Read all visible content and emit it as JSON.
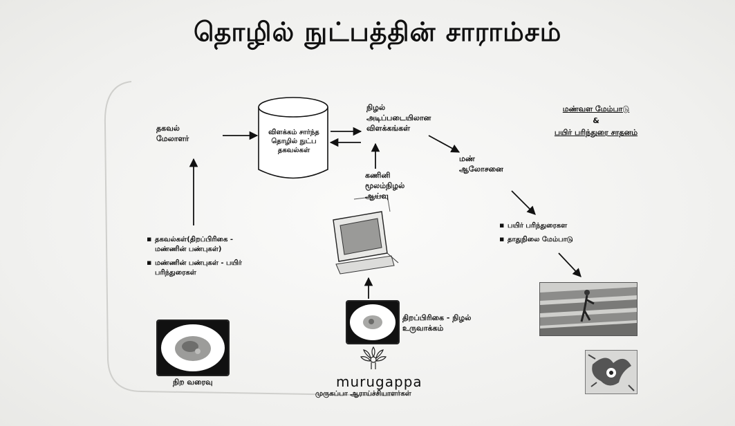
{
  "title": "தொழில் நுட்பத்தின் சாராம்சம்",
  "nodes": {
    "info_manager": "தகவல்\nமேலாளர்",
    "database": "விளக்கம் சார்ந்த\nதொழில் நுட்ப\nதகவல்கள்",
    "gis_explanations": "நிழல்\nஅடிப்படையிலான\nவிளக்கங்கள்",
    "soil_consult": "மண்\nஆலோசனை",
    "computer_analysis": "கணினி\nமூலம்நிழல்\nஆய்வு",
    "scan_create": "திறப்பிரிகை - நிழல்\nஉருவாக்கம்",
    "color_draw": "நிற வரைவு"
  },
  "soil_heading": {
    "line1": "மண்வள மேம்பாடு",
    "amp": "&",
    "line2": "பயிர் பரிந்துரை சாதனம்"
  },
  "left_bullets": [
    "தகவல்கள்(திறப்பிரிகை -\nமண்ணின் பண்புகள்)",
    "மண்ணின் பண்புகள் - பயிர்\nபரிந்துரைகள்"
  ],
  "right_bullets": [
    "பயிர் பரிந்துரைகள",
    "தாதுநிலை மேம்பாடு"
  ],
  "logo": {
    "name": "murugappa",
    "sub": "முருகப்பா ஆராய்ச்சியாளர்கள்"
  }
}
